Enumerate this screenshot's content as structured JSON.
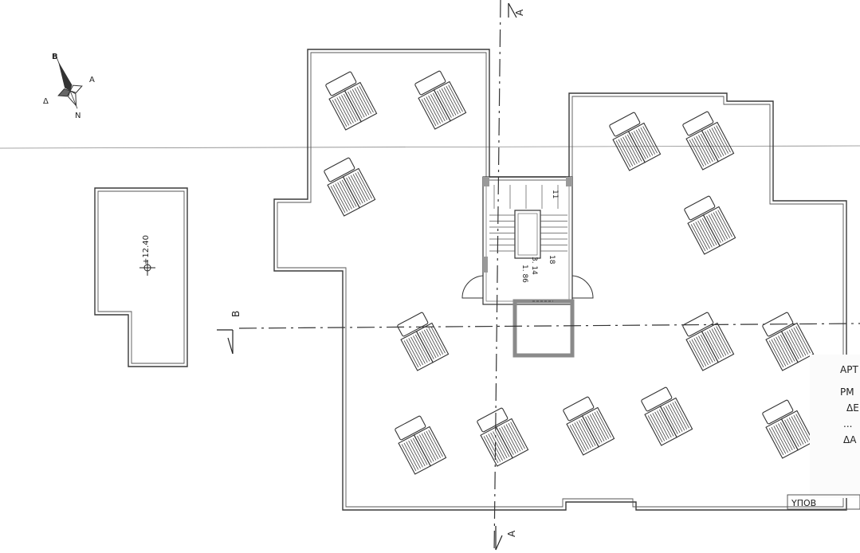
{
  "compass": {
    "north": "B",
    "east": "A",
    "west": "Δ",
    "south": "N"
  },
  "section_labels": {
    "top": "A",
    "bottom": "A",
    "left": "B"
  },
  "level_mark": "+12.40",
  "stair": {
    "count_top": "11",
    "count_bottom": "18",
    "dim_a": "1. 86",
    "dim_b": "3. 14"
  },
  "legend": [
    "ΑΡΤ",
    "ΡΜ",
    "ΔΕ",
    "...",
    "ΔΑ"
  ],
  "title_block": "ΥΠΟΒ",
  "solar_panels": [
    {
      "id": "p1"
    },
    {
      "id": "p2"
    },
    {
      "id": "p3"
    },
    {
      "id": "p4"
    },
    {
      "id": "p5"
    },
    {
      "id": "p6"
    },
    {
      "id": "p7"
    },
    {
      "id": "p8"
    },
    {
      "id": "p9"
    },
    {
      "id": "p10"
    },
    {
      "id": "p11"
    },
    {
      "id": "p12"
    },
    {
      "id": "p13"
    },
    {
      "id": "p14"
    },
    {
      "id": "p15"
    },
    {
      "id": "p16"
    }
  ]
}
